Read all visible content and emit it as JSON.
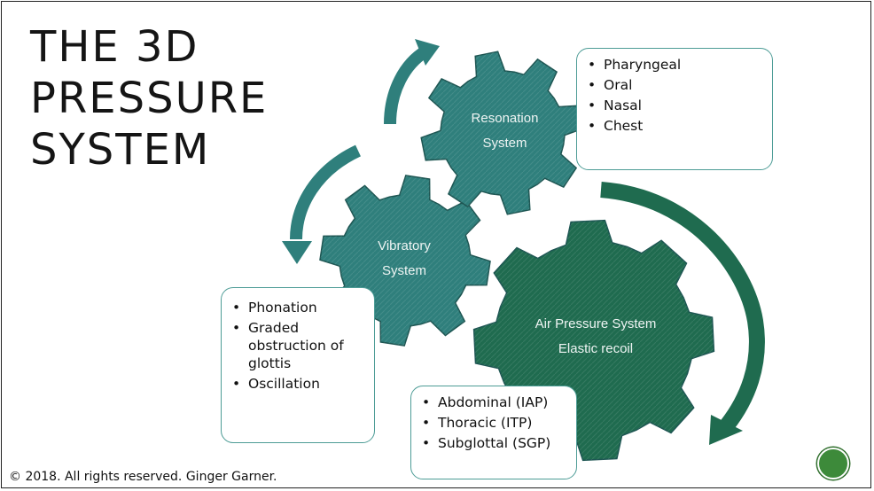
{
  "title": {
    "line1": "THE 3D",
    "line2": "PRESSURE",
    "line3": "SYSTEM"
  },
  "gears": {
    "resonation": {
      "line1": "Resonation",
      "line2": "System"
    },
    "vibratory": {
      "line1": "Vibratory",
      "line2": "System"
    },
    "air_pressure": {
      "line1": "Air Pressure System",
      "line2": "Elastic recoil"
    }
  },
  "resonation_box": {
    "items": [
      "Pharyngeal",
      "Oral",
      "Nasal",
      "Chest"
    ]
  },
  "vibratory_box": {
    "items": [
      "Phonation",
      "Graded obstruction of glottis",
      "Oscillation"
    ]
  },
  "air_box": {
    "items": [
      "Abdominal (IAP)",
      "Thoracic (ITP)",
      "Subglottal (SGP)"
    ]
  },
  "footer": {
    "copyright": "© 2018. All rights reserved. Ginger Garner."
  },
  "colors": {
    "teal": "#2f7f7c",
    "green": "#1f6b4f",
    "border": "#4d9c96"
  },
  "icons": {
    "nav": "circle-button-icon"
  }
}
